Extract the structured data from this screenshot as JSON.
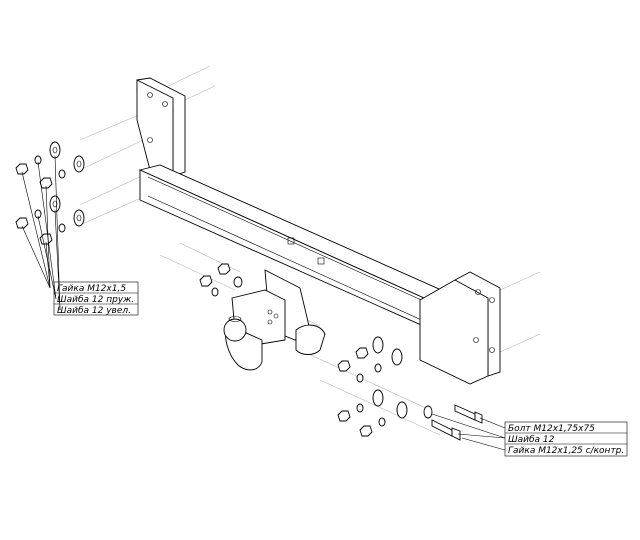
{
  "labels_left": {
    "nut": "Гайка М12х1,5",
    "spring_washer": "Шайба 12 пруж.",
    "large_washer": "Шайба 12 увел."
  },
  "labels_right": {
    "bolt": "Болт М12х1,75х75",
    "washer": "Шайба 12",
    "lock_nut": "Гайка М12х1,25 с/контр."
  }
}
